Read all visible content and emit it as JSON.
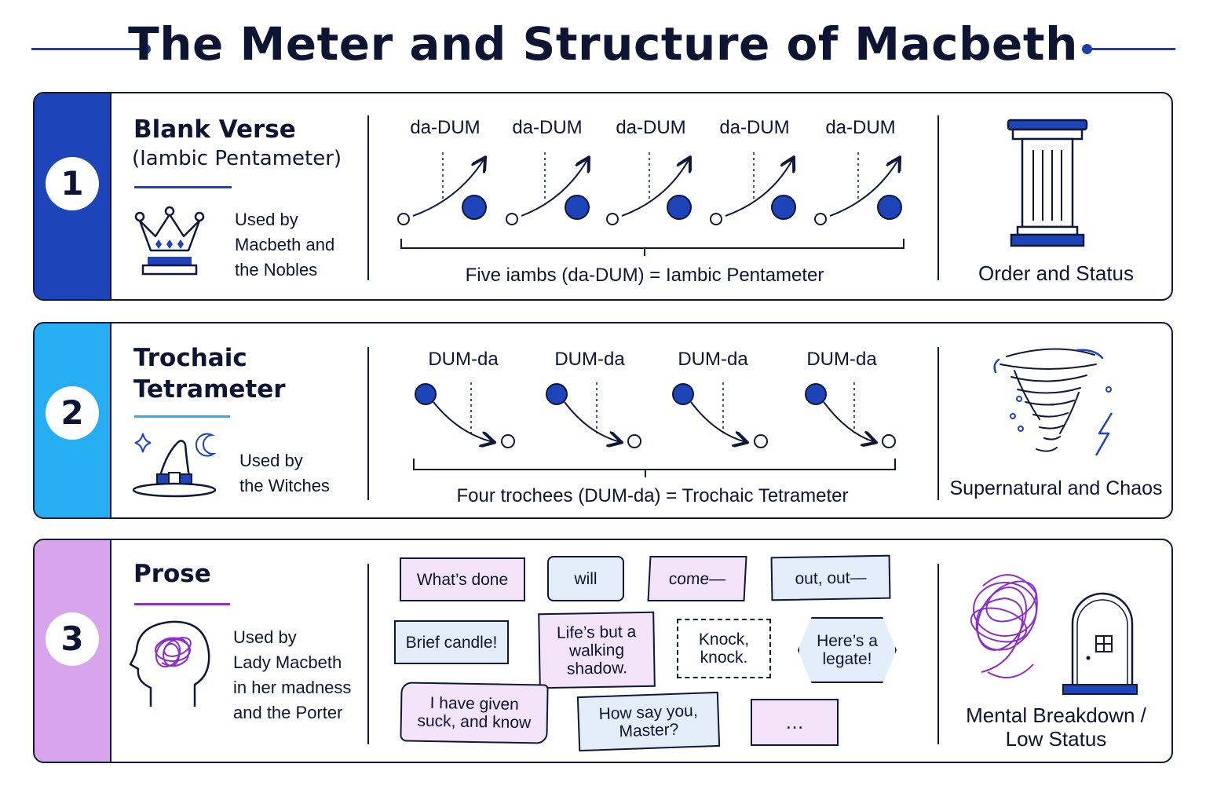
{
  "title": "The Meter and Structure of Macbeth",
  "colors": {
    "navy": "#0f1838",
    "royal_blue": "#1d45b9",
    "sky_blue": "#27aef2",
    "lilac": "#d8a4ec",
    "purple": "#8a2fc9"
  },
  "sections": [
    {
      "number": "1",
      "heading": "Blank Verse",
      "subheading": "(Iambic Pentameter)",
      "icon": "crown-icon",
      "used_by": [
        "Used by",
        "Macbeth and",
        "the Nobles"
      ],
      "feet": [
        "da-DUM",
        "da-DUM",
        "da-DUM",
        "da-DUM",
        "da-DUM"
      ],
      "caption": "Five iambs (da-DUM) = Iambic Pentameter",
      "symbol_icon": "column-icon",
      "meaning": "Order and Status"
    },
    {
      "number": "2",
      "heading": "Trochaic",
      "heading_line2": "Tetrameter",
      "icon": "witch-hat-icon",
      "used_by": [
        "Used by",
        "the Witches"
      ],
      "feet": [
        "DUM-da",
        "DUM-da",
        "DUM-da",
        "DUM-da"
      ],
      "caption": "Four trochees (DUM-da) = Trochaic Tetrameter",
      "symbol_icon": "tornado-icon",
      "meaning": "Supernatural and Chaos"
    },
    {
      "number": "3",
      "heading": "Prose",
      "icon": "tangled-head-icon",
      "used_by": [
        "Used by",
        "Lady Macbeth",
        "in her madness",
        "and the Porter"
      ],
      "fragments": [
        "What’s done",
        "will",
        "come—",
        "out, out—",
        "Brief candle!",
        "Life’s but a walking shadow.",
        "Knock, knock.",
        "Here’s a legate!",
        "I have given suck, and know",
        "How say you, Master?",
        "…"
      ],
      "symbol_icon": "scribble-and-door-icon",
      "meaning_lines": [
        "Mental Breakdown /",
        "Low Status"
      ]
    }
  ]
}
